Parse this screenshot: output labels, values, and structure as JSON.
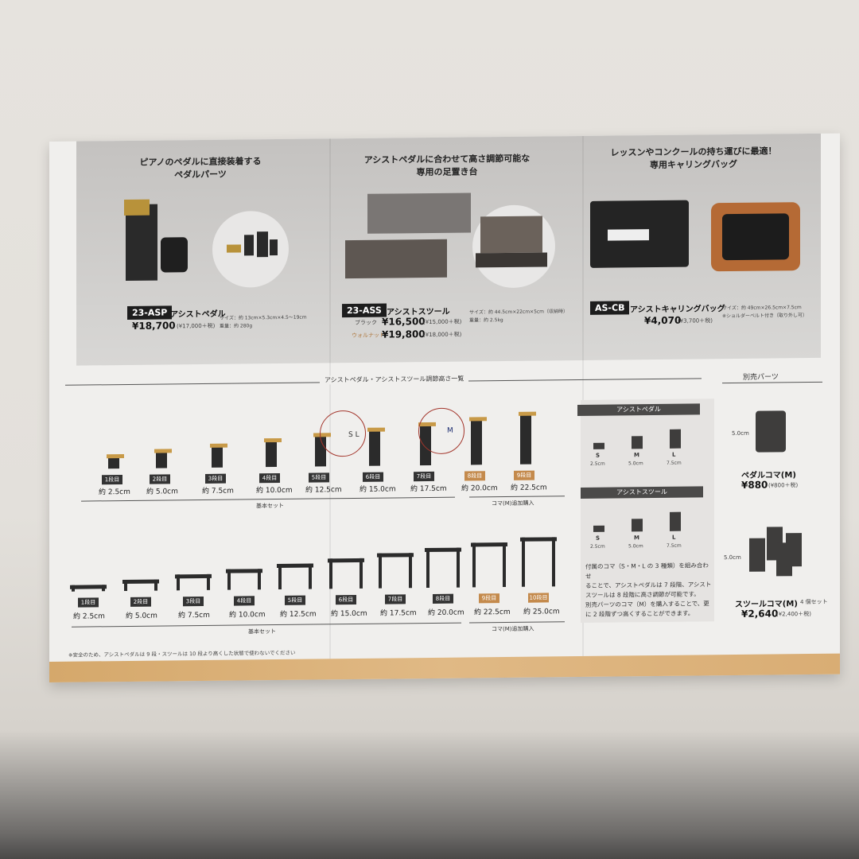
{
  "top": {
    "panel1": {
      "headline_1": "ピアノのペダルに直接装着する",
      "headline_2": "ペダルパーツ",
      "code": "23-ASP",
      "name": "アシストペダル",
      "price": "¥18,700",
      "price_note": "(¥17,000＋税)",
      "spec_size": "サイズ：約 13cm×5.3cm×4.5～19cm",
      "spec_weight": "重量：約 280g"
    },
    "panel2": {
      "headline_1": "アシストペダルに合わせて高さ調節可能な",
      "headline_2": "専用の足置き台",
      "code": "23-ASS",
      "name": "アシストスツール",
      "variant1_label": "ブラック",
      "variant1_price": "¥16,500",
      "variant1_note": "(¥15,000＋税)",
      "variant2_label": "ウォルナット",
      "variant2_price": "¥19,800",
      "variant2_note": "(¥18,000＋税)",
      "spec_size": "サイズ：約 44.5cm×22cm×5cm（収納時）",
      "spec_weight": "重量：約 2.5kg"
    },
    "panel3": {
      "headline_1": "レッスンやコンクールの持ち運びに最適！",
      "headline_2": "専用キャリングバッグ",
      "code": "AS-CB",
      "name": "アシストキャリングバッグ",
      "price": "¥4,070",
      "price_note": "(¥3,700＋税)",
      "spec_size": "サイズ：約 49cm×26.5cm×7.5cm",
      "spec_note": "※ショルダーベルト付き（取り外し可）"
    }
  },
  "table": {
    "title": "アシストペダル・アシストスツール調節高さ一覧",
    "pedal_steps": [
      {
        "step": "1段目",
        "height": "約 2.5cm"
      },
      {
        "step": "2段目",
        "height": "約 5.0cm"
      },
      {
        "step": "3段目",
        "height": "約 7.5cm"
      },
      {
        "step": "4段目",
        "height": "約 10.0cm"
      },
      {
        "step": "5段目",
        "height": "約 12.5cm"
      },
      {
        "step": "6段目",
        "height": "約 15.0cm"
      },
      {
        "step": "7段目",
        "height": "約 17.5cm"
      },
      {
        "step": "8段目",
        "height": "約 20.0cm"
      },
      {
        "step": "9段目",
        "height": "約 22.5cm"
      }
    ],
    "pedal_base_label": "基本セット",
    "pedal_add_label": "コマ(M)追加購入",
    "stool_steps": [
      {
        "step": "1段目",
        "height": "約 2.5cm"
      },
      {
        "step": "2段目",
        "height": "約 5.0cm"
      },
      {
        "step": "3段目",
        "height": "約 7.5cm"
      },
      {
        "step": "4段目",
        "height": "約 10.0cm"
      },
      {
        "step": "5段目",
        "height": "約 12.5cm"
      },
      {
        "step": "6段目",
        "height": "約 15.0cm"
      },
      {
        "step": "7段目",
        "height": "約 17.5cm"
      },
      {
        "step": "8段目",
        "height": "約 20.0cm"
      },
      {
        "step": "9段目",
        "height": "約 22.5cm"
      },
      {
        "step": "10段目",
        "height": "約 25.0cm"
      }
    ],
    "stool_base_label": "基本セット",
    "stool_add_label": "コマ(M)追加購入",
    "footnote": "※安全のため、アシストペダルは 9 段・スツールは 10 段より高くした状態で使わないでください",
    "handwritten_1": "S L",
    "handwritten_2": "M"
  },
  "parts_box": {
    "pedal_header": "アシストペダル",
    "pedal_sizes": [
      {
        "size": "S",
        "height": "2.5cm"
      },
      {
        "size": "M",
        "height": "5.0cm"
      },
      {
        "size": "L",
        "height": "7.5cm"
      }
    ],
    "stool_header": "アシストスツール",
    "stool_sizes": [
      {
        "size": "S",
        "height": "2.5cm"
      },
      {
        "size": "M",
        "height": "5.0cm"
      },
      {
        "size": "L",
        "height": "7.5cm"
      }
    ],
    "note_1": "付属のコマ（S・M・L の 3 種類）を組み合わせ",
    "note_2": "ることで、アシストペダルは 7 段階、アシスト",
    "note_3": "スツールは 8 段階に高さ調節が可能です。",
    "note_4": "別売パーツのコマ（M）を購入することで、更",
    "note_5": "に 2 段階ずつ高くすることができます。"
  },
  "separate_parts": {
    "title": "別売パーツ",
    "item1_dim": "5.0cm",
    "item1_name": "ペダルコマ(M)",
    "item1_price": "¥880",
    "item1_note": "(¥800＋税)",
    "item2_dim": "5.0cm",
    "item2_name": "スツールコマ(M)",
    "item2_set": "4 個セット",
    "item2_price": "¥2,640",
    "item2_note": "(¥2,400＋税)"
  }
}
